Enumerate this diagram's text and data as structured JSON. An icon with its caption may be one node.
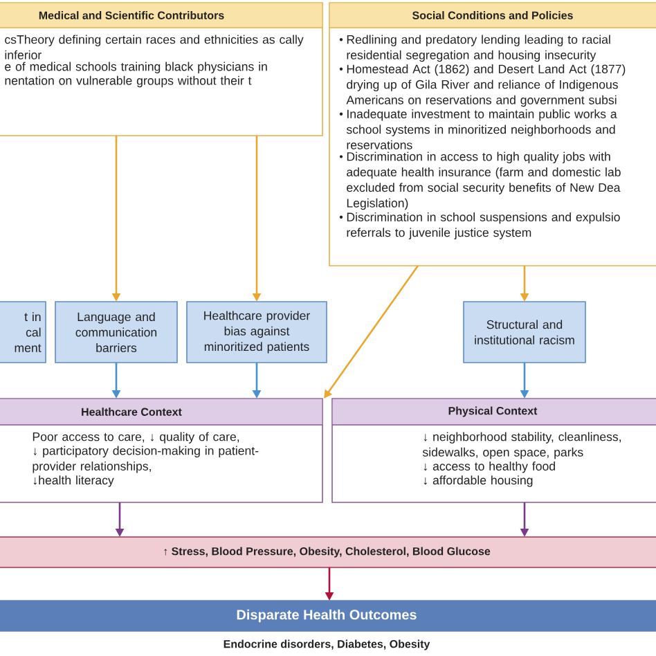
{
  "diagram": {
    "nodes": [
      {
        "text": [
          "Medical and Scientific Contributors",
          "csTheory defining certain races and ethnicities as cally inferior",
          "e of medical schools training black physicians in",
          "nentation on vulnerable groups without their t"
        ]
      },
      {
        "text": [
          "Social Conditions and Policies",
          "Redlining and predatory lending leading to racial residential segregation and housing insecurity",
          "Homestead Act (1862) and Desert Land Act (1877) drying up of Gila River and reliance of Indigenous Americans on reservations and government subsi",
          "Inadequate investment to maintain public works a school systems in minoritized neighborhoods and reservations",
          "Discrimination in access to high quality jobs with adequate health insurance (farm and domestic lab excluded from social security benefits of New Dea Legislation)",
          "Discrimination in school suspensions and expulsio referrals to juvenile justice system"
        ]
      },
      {
        "text": [
          "t in cal ment"
        ]
      },
      {
        "text": [
          "Language and communication barriers"
        ]
      },
      {
        "text": [
          "Healthcare provider bias against minoritized patients"
        ]
      },
      {
        "text": [
          "Structural and institutional racism"
        ]
      },
      {
        "text": [
          "Healthcare Context",
          "Poor access to care, ↓ quality of care,",
          "↓ participatory decision-making in patient-provider relationships,",
          "↓health literacy"
        ]
      },
      {
        "text": [
          "Physical Context",
          "↓ neighborhood stability, cleanliness, sidewalks, open space, parks",
          "↓ access to healthy food",
          "↓ affordable housing"
        ]
      },
      {
        "text": [
          "↑ Stress, Blood Pressure, Obesity, Cholesterol, Blood Glucose"
        ]
      },
      {
        "text": [
          "Disparate Health Outcomes",
          "Endocrine disorders, Diabetes, Obesity"
        ]
      }
    ],
    "edges": [
      {
        "from": 0,
        "to": 3,
        "arrow": "to",
        "color": "#e8a830"
      },
      {
        "from": 0,
        "to": 4,
        "arrow": "to",
        "color": "#e8a830"
      },
      {
        "from": 1,
        "to": 6,
        "arrow": "to",
        "color": "#e8a830"
      },
      {
        "from": 1,
        "to": 5,
        "arrow": "to",
        "color": "#e8a830"
      },
      {
        "from": 3,
        "to": 6,
        "arrow": "to",
        "color": "#4a90d0"
      },
      {
        "from": 4,
        "to": 6,
        "arrow": "to",
        "color": "#4a90d0"
      },
      {
        "from": 5,
        "to": 7,
        "arrow": "to",
        "color": "#4a90d0"
      },
      {
        "from": 6,
        "to": 8,
        "arrow": "to",
        "color": "#7a3a8a"
      },
      {
        "from": 7,
        "to": 8,
        "arrow": "to",
        "color": "#7a3a8a"
      },
      {
        "from": 8,
        "to": 9,
        "arrow": "to",
        "color": "#b0123a"
      }
    ]
  }
}
